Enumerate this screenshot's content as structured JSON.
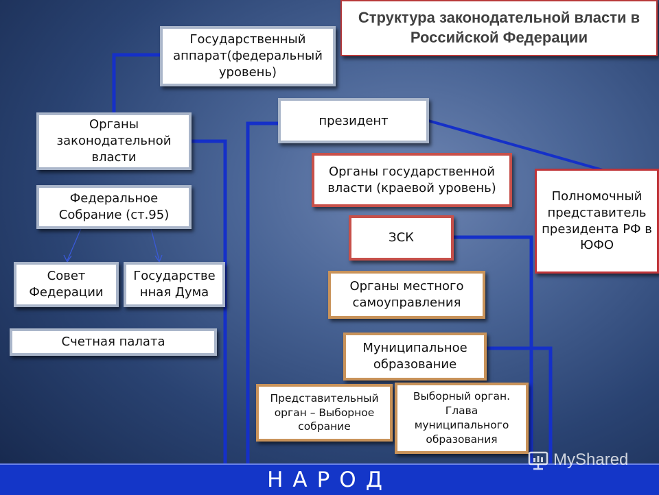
{
  "title": "Структура законодательной власти в Российской Федерации",
  "boxes": {
    "gov_apparatus": "Государственный аппарат(федеральный уровень)",
    "legislative_bodies": "Органы законодательной власти",
    "federal_assembly": "Федеральное Собрание (ст.95)",
    "federation_council": "Совет Федерации",
    "state_duma": "Государстве нная Дума",
    "accounts_chamber": "Счетная палата",
    "president": "президент",
    "regional_bodies": "Органы государственной власти (краевой уровень)",
    "zsk": "ЗСК",
    "plenipotentiary": "Полномочный представитель президента РФ в ЮФО",
    "local_self_government": "Органы местного самоуправления",
    "municipal_entity": "Муниципальное образование",
    "representative_body": "Представительный орган – Выборное собрание",
    "elected_body": "Выборный орган. Глава муниципального образования"
  },
  "footer": "НАРОД",
  "watermark": "MyShared",
  "colors": {
    "connector": "#1530c8",
    "arrow": "#3a5ad8",
    "footer_bg": "#1436c8"
  }
}
